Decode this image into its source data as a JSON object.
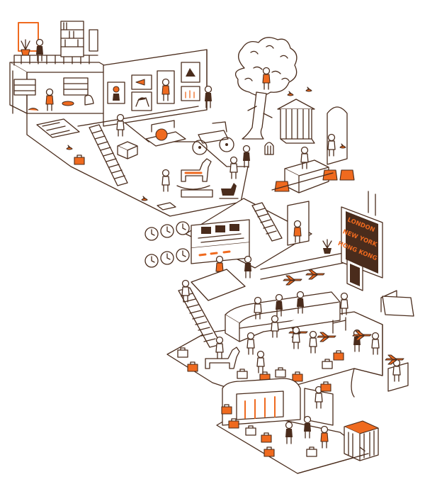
{
  "colors": {
    "ink": "#4a2c1c",
    "accent": "#ef6a1f",
    "paper": "#ffffff"
  },
  "departure_board": {
    "destinations": [
      "LONDON",
      "NEW YORK",
      "HONG KONG"
    ]
  },
  "icons": [
    "tree-icon",
    "bird-icon",
    "rocking-horse-icon",
    "carriage-icon",
    "birdcage-icon",
    "clock-icon",
    "airplane-icon",
    "suitcase-icon",
    "person-icon",
    "escalator-icon",
    "crate-icon",
    "control-panel-icon",
    "departure-board-icon"
  ]
}
